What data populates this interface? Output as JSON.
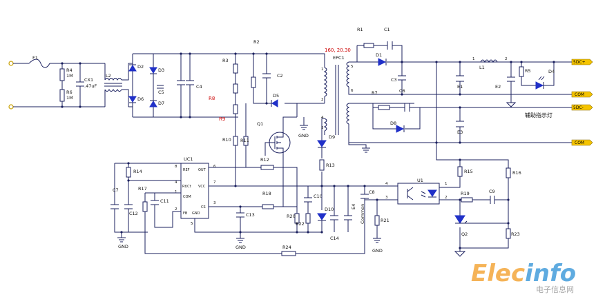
{
  "labels": {
    "F1": "F1",
    "R4": "R4",
    "R4v": "1M",
    "R6": "R6",
    "R6v": "1M",
    "CX1": "CX1",
    "CX1v": ".47uF",
    "L2": "L2",
    "D2": "D2",
    "D3": "D3",
    "D6": "D6",
    "D7": "D7",
    "C5": "C5",
    "C4": "C4",
    "R3": "R3",
    "R8": "R8",
    "R9": "R9",
    "R10": "R10",
    "R11": "R11",
    "R2": "R2",
    "C2": "C2",
    "D5": "D5",
    "Q1": "Q1",
    "EPC1": "EPC1",
    "EPC1v": "160, 20.30",
    "R1": "R1",
    "C1": "C1",
    "D1": "D1",
    "C3": "C3",
    "C6": "C6",
    "R7": "R7",
    "D8": "D8",
    "D9": "D9",
    "E1": "E1",
    "E2": "E2",
    "E3": "E3",
    "L1": "L1",
    "R5": "R5",
    "D4": "D4",
    "UC1": "UC1",
    "R14": "R14",
    "R17": "R17",
    "C7": "C7",
    "C12": "C12",
    "C11": "C11",
    "R12": "R12",
    "R13": "R13",
    "R18": "R18",
    "C13": "C13",
    "R20": "R20",
    "R22": "R22",
    "C10": "C10",
    "D10": "D10",
    "C14": "C14",
    "E4": "E4",
    "E4v": "Common",
    "C8": "C8",
    "R21": "R21",
    "R24": "R24",
    "U1": "U1",
    "R15": "R15",
    "R16": "R16",
    "R19": "R19",
    "C9": "C9",
    "Q2": "Q2",
    "R23": "R23",
    "GND1": "GND",
    "GND2": "GND",
    "GND3": "GND",
    "GND4": "GND",
    "indicator": "辅助指示灯"
  },
  "uc1_pins": {
    "ref": "REF",
    "out": "OUT",
    "rtct": "Rt/Ct",
    "vcc": "VCC",
    "com": "COM",
    "fb": "FB",
    "gnd": "GND",
    "cs": "CS",
    "n8": "8",
    "n6": "6",
    "n4": "4",
    "n7": "7",
    "n1": "1",
    "n3": "3",
    "n2": "2",
    "n5": "5"
  },
  "pin_numbers": {
    "t1": "1",
    "t2": "2",
    "t3": "3",
    "t4": "4",
    "t5": "5",
    "t6": "6",
    "u1a": "4",
    "u1b": "3",
    "u1c": "1",
    "u1d": "2",
    "l1a": "1",
    "l1b": "2"
  },
  "outputs": {
    "out1": "5DC+",
    "out2": "COM",
    "out3": "5DC-",
    "out4": "COM"
  },
  "watermark": {
    "main": "Elecinfo",
    "sub": "电子信息网"
  },
  "colors": {
    "wire": "#1a1f5e",
    "diode": "#2030c8",
    "connector": "#f5c400",
    "value_red": "#cc0000",
    "watermark_orange": "#f29a1f",
    "watermark_blue": "#2a8fd6"
  }
}
